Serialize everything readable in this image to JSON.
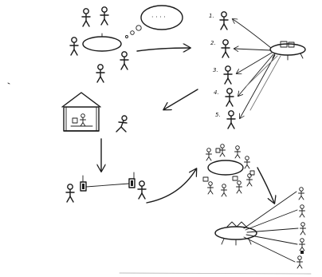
{
  "speech_bubble": {
    "text": "· · · ·"
  },
  "sequence_labels": [
    "1.",
    "2.",
    "3.",
    "4.",
    "5."
  ]
}
